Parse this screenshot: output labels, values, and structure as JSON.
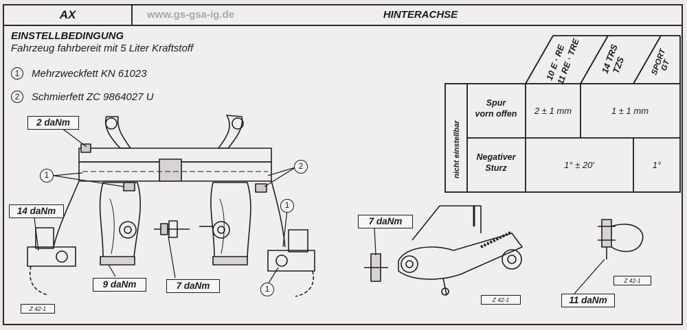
{
  "header": {
    "code": "AX",
    "url": "www.gs-gsa-ig.de",
    "title": "HINTERACHSE"
  },
  "conditions": {
    "title": "EINSTELLBEDINGUNG",
    "subtitle": "Fahrzeug fahrbereit mit 5 Liter Kraftstoff",
    "lubricants": [
      {
        "num": "1",
        "text": "Mehrzweckfett KN 61023"
      },
      {
        "num": "2",
        "text": "Schmierfett ZC 9864027 U"
      }
    ]
  },
  "spec_table": {
    "side_label": "nicht einstellbar",
    "columns": [
      {
        "line1": "10 E · RE",
        "line2": "11 RE · TRE"
      },
      {
        "line1": "14 TRS",
        "line2": "TZS"
      },
      {
        "line1": "SPORT",
        "line2": "GT"
      }
    ],
    "rows": [
      {
        "label1": "Spur",
        "label2": "vorn offen",
        "v1": "2 ± 1 mm",
        "v2": "1 ± 1 mm"
      },
      {
        "label1": "Negativer",
        "label2": "Sturz",
        "v1": "1° ± 20′",
        "v2": "1°"
      }
    ]
  },
  "torques": {
    "t_top_left": "2 daNm",
    "t_left": "14 daNm",
    "t_bottom_1": "9 daNm",
    "t_bottom_2": "7 daNm",
    "t_middle": "7 daNm",
    "t_right": "11 daNm"
  },
  "figure_refs": {
    "ref_1": "Z 42-1",
    "ref_2": "Z 42-1",
    "ref_3": "Z 42-1"
  },
  "callouts": {
    "c1": "1",
    "c2": "2",
    "c3": "1",
    "c4": "1"
  },
  "colors": {
    "paper": "#ebe8e6",
    "ink": "#1a1a1a",
    "watermark": "#a9a9a9"
  }
}
